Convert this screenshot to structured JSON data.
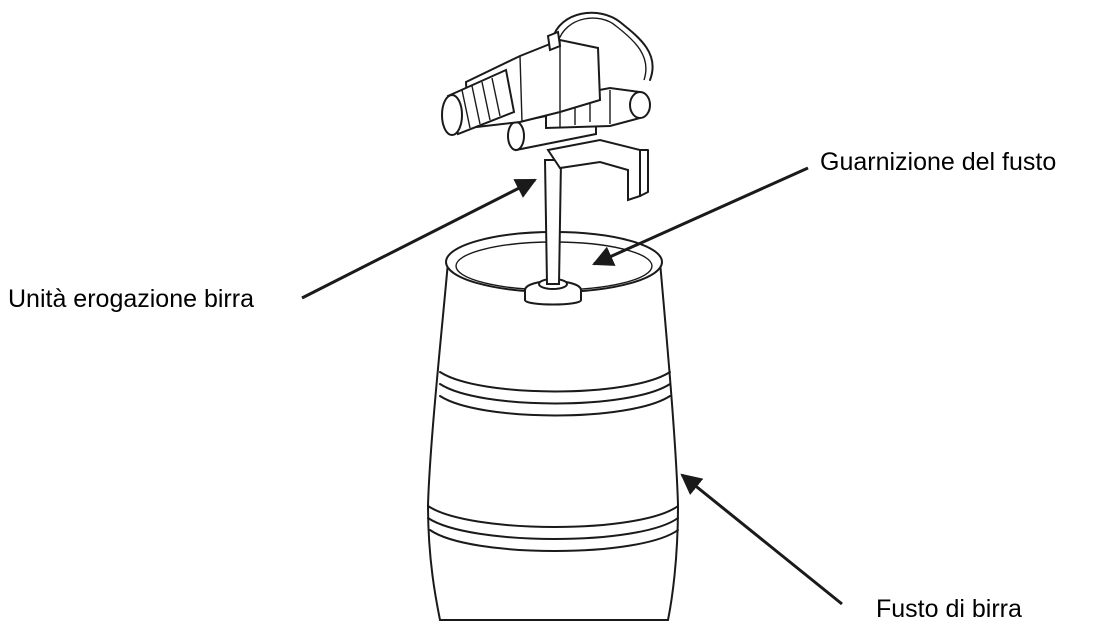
{
  "labels": {
    "keg_seal": "Guarnizione del fusto",
    "dispensing_unit": "Unità erogazione birra",
    "beer_keg": "Fusto di birra"
  },
  "colors": {
    "ink": "#1a1a1a",
    "background": "#ffffff"
  }
}
